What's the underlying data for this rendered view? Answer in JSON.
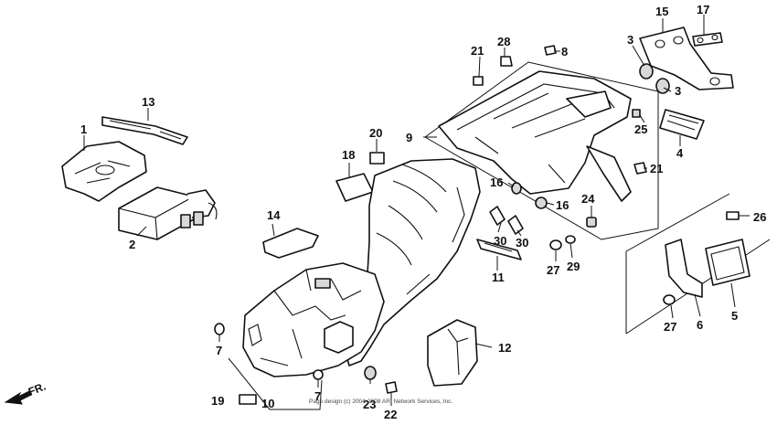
{
  "callouts": {
    "c1": "1",
    "c2": "2",
    "c3a": "3",
    "c3b": "3",
    "c4": "4",
    "c5": "5",
    "c6": "6",
    "c7a": "7",
    "c7b": "7",
    "c8": "8",
    "c9": "9",
    "c10": "10",
    "c11": "11",
    "c12": "12",
    "c13": "13",
    "c14": "14",
    "c15": "15",
    "c16a": "16",
    "c16b": "16",
    "c17": "17",
    "c18": "18",
    "c19": "19",
    "c20": "20",
    "c21a": "21",
    "c21b": "21",
    "c22": "22",
    "c23": "23",
    "c24": "24",
    "c25": "25",
    "c26": "26",
    "c27a": "27",
    "c27b": "27",
    "c28": "28",
    "c29": "29",
    "c30a": "30",
    "c30b": "30"
  },
  "direction_label": "FR.",
  "copyright": "Page design (c) 2004-2008 ARI Network Services, Inc."
}
